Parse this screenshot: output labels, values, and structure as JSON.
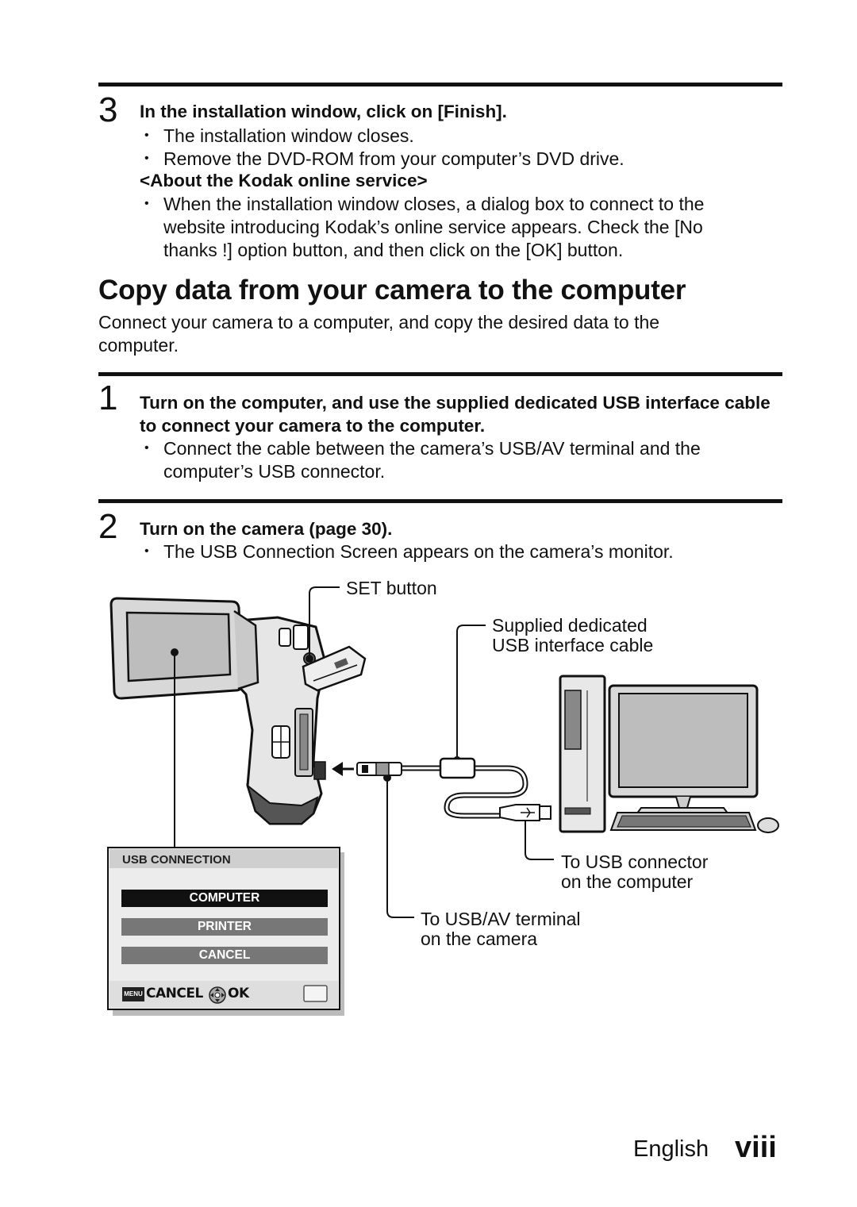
{
  "step3": {
    "number": "3",
    "heading": "In the installation window, click on [Finish].",
    "bullets": [
      "The installation window closes.",
      "Remove the DVD-ROM from your computer’s DVD drive."
    ],
    "subheading": "<About the Kodak online service>",
    "sub_bullet": "When the installation window closes, a dialog box to connect to the website introducing Kodak’s online service appears. Check the [No thanks !] option button, and then click on the [OK] button."
  },
  "section": {
    "title": "Copy data from your camera to the computer",
    "intro": "Connect your camera to a computer, and copy the desired data to the computer."
  },
  "step1": {
    "number": "1",
    "heading": "Turn on the computer, and use the supplied dedicated USB interface cable to connect your camera to the computer.",
    "bullet": "Connect the cable between the camera’s USB/AV terminal and the computer’s USB connector."
  },
  "step2": {
    "number": "2",
    "heading": "Turn on the camera (page 30).",
    "bullet": "The USB Connection Screen appears on the camera’s monitor."
  },
  "figure": {
    "set_button": "SET button",
    "cable_label_1": "Supplied dedicated",
    "cable_label_2": "USB interface cable",
    "usb_connector_1": "To USB connector",
    "usb_connector_2": "on the computer",
    "usbav_1": "To USB/AV terminal",
    "usbav_2": "on the camera",
    "lcd": {
      "title": "USB CONNECTION",
      "options": [
        "COMPUTER",
        "PRINTER",
        "CANCEL"
      ],
      "menu_key": "MENU",
      "footer_cancel": "CANCEL",
      "footer_ok": "OK"
    }
  },
  "footer": {
    "language": "English",
    "page": "viii"
  }
}
